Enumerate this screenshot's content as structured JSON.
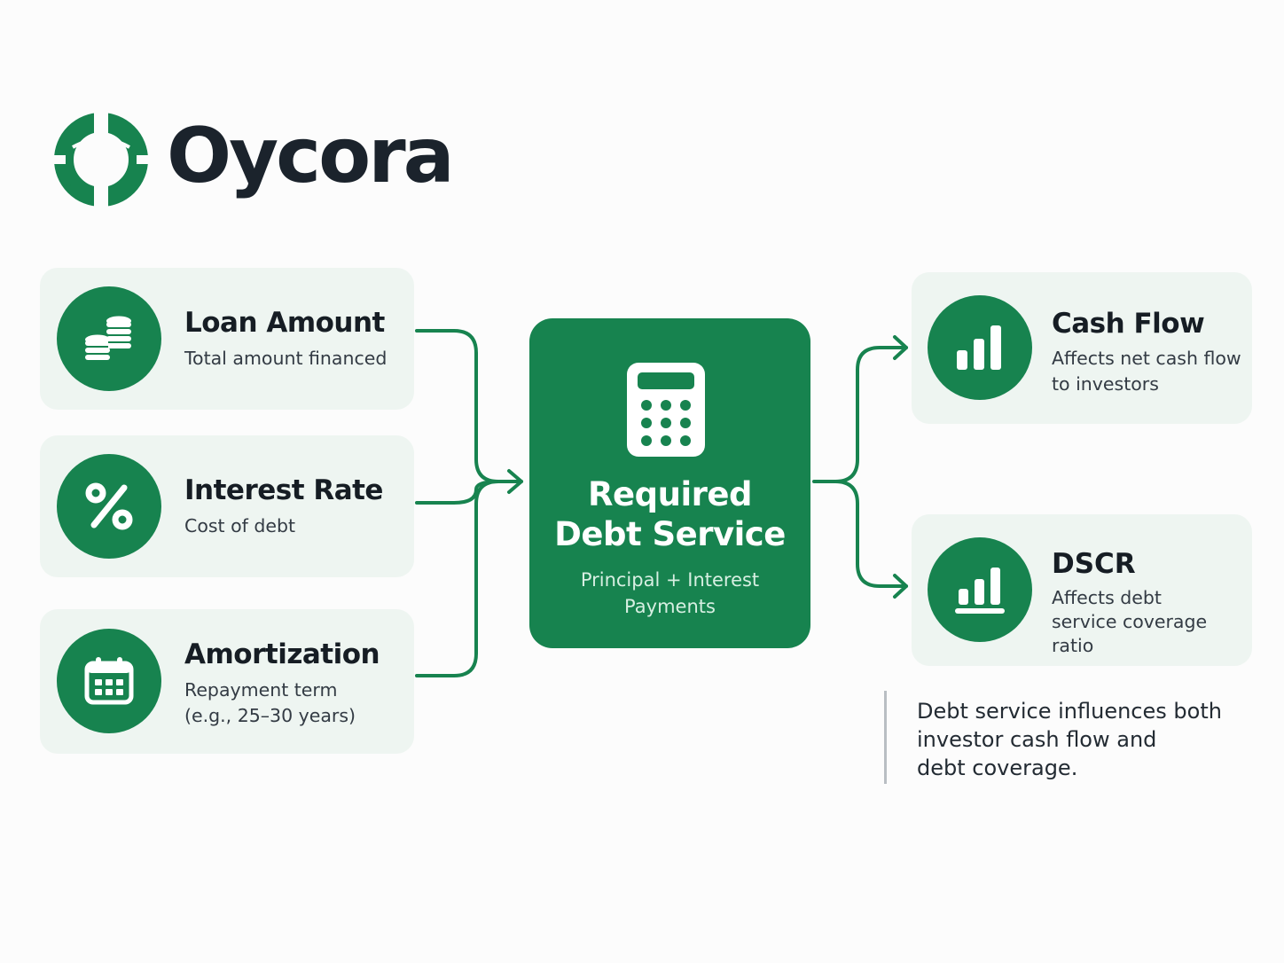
{
  "brand": {
    "name": "Oycora",
    "accent_color": "#17834f",
    "card_color": "#eef5f1",
    "logo_icon": "oycora-logo-mark"
  },
  "inputs": [
    {
      "title": "Loan Amount",
      "description": "Total amount financed",
      "icon": "coins-stack-icon"
    },
    {
      "title": "Interest Rate",
      "description": "Cost of debt",
      "icon": "percent-icon"
    },
    {
      "title": "Amortization",
      "description": "Repayment term\n(e.g., 25–30 years)",
      "icon": "calendar-icon"
    }
  ],
  "center": {
    "title": "Required\nDebt Service",
    "subtitle": "Principal + Interest\nPayments",
    "icon": "calculator-icon"
  },
  "outputs": [
    {
      "title": "Cash Flow",
      "description": "Affects net cash flow\nto investors",
      "icon": "bar-chart-icon"
    },
    {
      "title": "DSCR",
      "description": "Affects debt\nservice coverage ratio",
      "icon": "bar-chart-baseline-icon"
    }
  ],
  "note": {
    "text": "Debt service influences both\ninvestor cash flow and\ndebt coverage."
  }
}
